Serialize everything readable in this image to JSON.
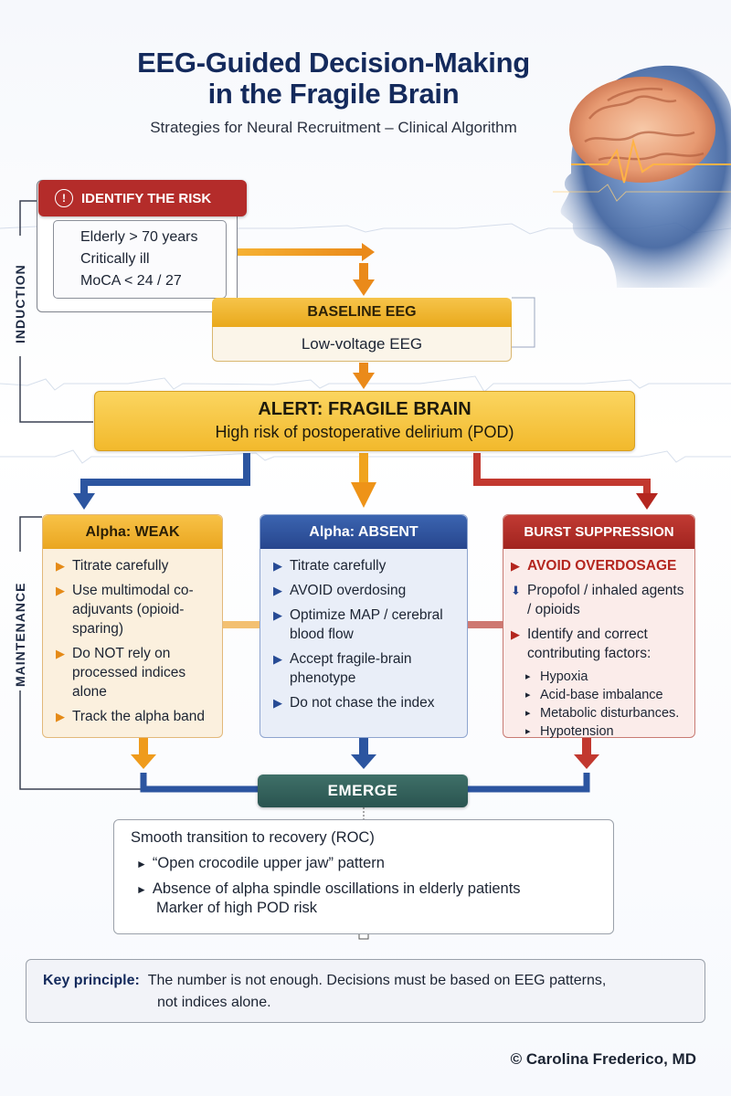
{
  "header": {
    "title_line1": "EEG-Guided Decision-Making",
    "title_line2": "in the Fragile Brain",
    "subtitle": "Strategies for Neural Recruitment – Clinical Algorithm"
  },
  "sections": {
    "induction": "INDUCTION",
    "maintenance": "MAINTENANCE"
  },
  "risk": {
    "icon": "!",
    "header": "IDENTIFY THE RISK",
    "items": [
      "Elderly > 70 years",
      "Critically ill",
      "MoCA < 24 / 27"
    ]
  },
  "baseline": {
    "header": "BASELINE EEG",
    "body": "Low-voltage EEG"
  },
  "alert": {
    "title": "ALERT: FRAGILE BRAIN",
    "subtitle": "High risk of postoperative delirium (POD)"
  },
  "columns": {
    "weak": {
      "header": "Alpha: WEAK",
      "items": [
        "Titrate carefully",
        "Use multimodal co-adjuvants (opioid-sparing)",
        "Do NOT rely on processed indices alone",
        "Track the alpha band"
      ]
    },
    "absent": {
      "header": "Alpha: ABSENT",
      "items": [
        "Titrate carefully",
        "AVOID overdosing",
        "Optimize MAP / cerebral blood flow",
        "Accept fragile-brain phenotype",
        "Do not chase the index"
      ]
    },
    "burst": {
      "header": "BURST SUPPRESSION",
      "highlight": "AVOID OVERDOSAGE",
      "item1": "Propofol / inhaled agents / opioids",
      "item2": "Identify and correct contributing factors:",
      "subitems": [
        "Hypoxia",
        "Acid-base imbalance",
        "Metabolic disturbances.",
        "Hypotension"
      ]
    }
  },
  "emerge": {
    "label": "EMERGE",
    "recovery_title": "Smooth transition to recovery (ROC)",
    "item1": "“Open crocodile upper jaw” pattern",
    "item2": "Absence of alpha spindle oscillations in elderly patients",
    "item2_sub": "Marker of high POD risk"
  },
  "key": {
    "label": "Key principle",
    "text1": "The number is not enough.  Decisions must be based on EEG patterns,",
    "text2": "not indices alone."
  },
  "credit": "© Carolina Frederico, MD",
  "colors": {
    "navy": "#142a5c",
    "red": "#b42c2a",
    "gold": "#f2b92c",
    "blue": "#27468e",
    "teal": "#2a5450"
  }
}
